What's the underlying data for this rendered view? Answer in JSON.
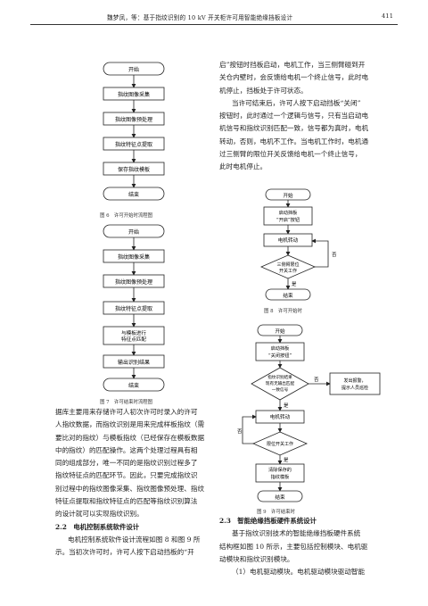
{
  "header": {
    "left": "魏梦凤，等：基于指纹识别的 10 kV 开关柜许可用智能绝缘挡板设计",
    "page": "411"
  },
  "fig6": {
    "caption": "图 6　许可开始时流程图",
    "nodes": [
      "开始",
      "指纹图像采集",
      "指纹图像预处理",
      "指纹特征点提取",
      "保存指纹模板",
      "结束"
    ]
  },
  "fig7": {
    "caption": "图 7　许可结束时流程图",
    "nodes": [
      "开始",
      "指纹图像采集",
      "指纹图像预处理",
      "指纹特征点提取",
      "与模板进行",
      "特征点匹配",
      "输出识别结果",
      "结束"
    ]
  },
  "fig8": {
    "caption": "图 8　许可开始时",
    "start": "开始",
    "box1a": "启动挡板",
    "box1b": "“开启”按钮",
    "box2": "电机转动",
    "diamond_a": "三侧臂限位",
    "diamond_b": "开关工作",
    "yes": "是",
    "no": "否",
    "end": "结束"
  },
  "fig9": {
    "caption": "图 9　许可结束时",
    "start": "开始",
    "box1a": "启动挡板",
    "box1b": "“关闭按钮”",
    "d1a": "指纹识别结果",
    "d1b": "现有无输出匹配",
    "d1c": "一致信号",
    "yes": "是",
    "no": "否",
    "alarm_a": "发出报警，",
    "alarm_b": "提示人员巡检",
    "box2": "电机转动",
    "d2": "限位开关工作",
    "box3a": "清除保存的",
    "box3b": "指纹模板",
    "end": "结束"
  },
  "left_col": {
    "lines": [
      "据库主要用来存储许可人初次许可时录入的许可",
      "人指纹数据，而指纹识别是用来完成样板指纹（需",
      "要比对的指纹）与模板指纹（已经保存在模板数据",
      "中的指纹）的匹配操作。这两个处理过程具有相",
      "同的组成部分，唯一不同的是指纹识别过程多了",
      "指纹特征点的匹配环节。因此，只要完成指纹识",
      "别过程中的指纹图像采集、指纹图像预处理、指纹",
      "特征点提取和指纹特征点的匹配等指纹识别算法",
      "的设计就可以实现指纹识别。"
    ],
    "section": "2.2　电机控制系统软件设计",
    "lines2": [
      "电机控制系统软件设计流程如图 8 和图 9 所",
      "示。当初次许可时，许可人按下启动挡板的“开"
    ]
  },
  "right_col": {
    "lines": [
      "启”按钮时挡板启动，电机工作，当三侧臂碰到开",
      "关仓内壁时，会反馈给电机一个终止信号，此时电",
      "机停止，挡板处于许可状态。",
      "当许可结束后，许可人按下启动挡板“关闭”",
      "按钮时，此时通过一个逻辑与信号，只有当启动电",
      "机信号和指纹识别匹配一致，信号都为真时，电机",
      "转动，否则，电机不工作。当电机工作时，电机通",
      "过三侧臂的限位开关反馈给电机一个终止信号，",
      "此时电机停止。"
    ],
    "section": "2.3　智能绝缘挡板硬件系统设计",
    "lines2": [
      "基于指纹识别技术的智能绝缘挡板硬件系统",
      "结构框如图 10 所示，主要包括控制模块、电机驱",
      "动模块和指纹识别模块。",
      "（1）电机驱动模块。电机驱动模块驱动智能"
    ]
  }
}
